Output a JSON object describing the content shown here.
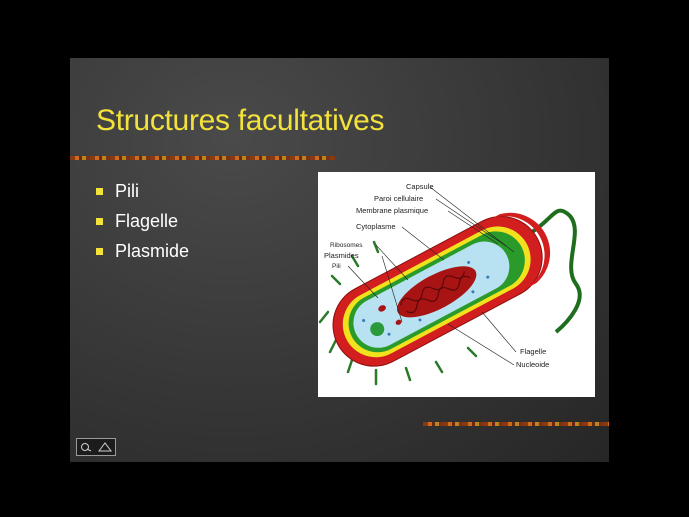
{
  "slide": {
    "title": "Structures facultatives",
    "bullets": [
      "Pili",
      "Flagelle",
      "Plasmide"
    ]
  },
  "figure": {
    "labels": {
      "capsule": "Capsule",
      "paroi": "Paroi cellulaire",
      "membrane": "Membrane plasmique",
      "cytoplasme": "Cytoplasme",
      "ribosomes": "Ribosomes",
      "plasmides": "Plasmides",
      "pili": "Pili",
      "flagelle": "Flagelle",
      "nucleoide": "Nucleoide"
    }
  },
  "colors": {
    "title": "#f2e23a",
    "bullet": "#f2e23a",
    "capsule": "#d21e1e",
    "wall": "#f2e21e",
    "membrane": "#2a9a2a",
    "cytoplasm": "#b8e2f2",
    "flagellum": "#1e6e1e"
  },
  "icons": {
    "nav": [
      "pointer-icon",
      "triangle-icon"
    ]
  }
}
